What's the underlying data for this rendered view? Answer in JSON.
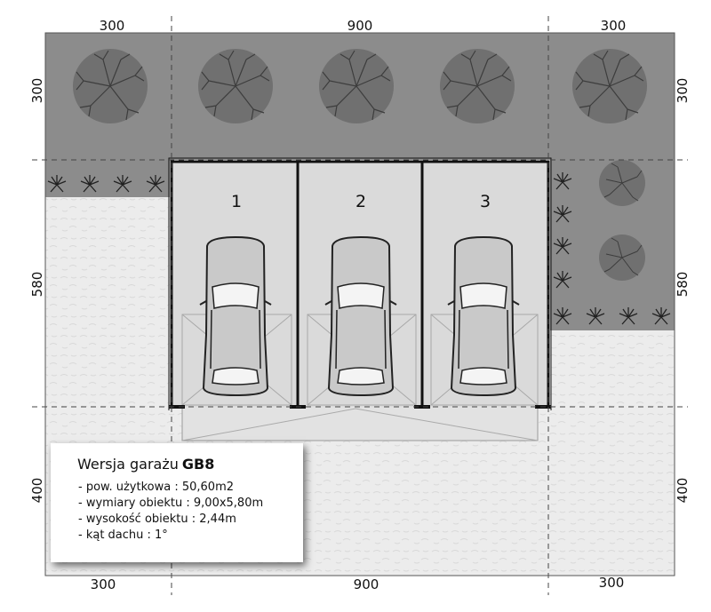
{
  "dimensions": {
    "top": [
      "300",
      "900",
      "300"
    ],
    "bottom": [
      "300",
      "900",
      "300"
    ],
    "left": [
      "300",
      "580",
      "400"
    ],
    "right": [
      "300",
      "580",
      "400"
    ]
  },
  "bays": [
    {
      "label": "1"
    },
    {
      "label": "2"
    },
    {
      "label": "3"
    }
  ],
  "info": {
    "title": "Wersja garażu",
    "model": "GB8",
    "specs": [
      "pow. użytkowa : 50,60m2",
      "wymiary obiektu : 9,00x5,80m",
      "wysokość obiektu : 2,44m",
      "kąt dachu : 1°"
    ]
  },
  "colors": {
    "lawn_dark": "#8c8c8c",
    "gravel": "#ececec",
    "floor": "#dadada",
    "tree": "#6e6e6e"
  },
  "icons": [
    "tree-icon",
    "plant-icon",
    "car-icon"
  ]
}
